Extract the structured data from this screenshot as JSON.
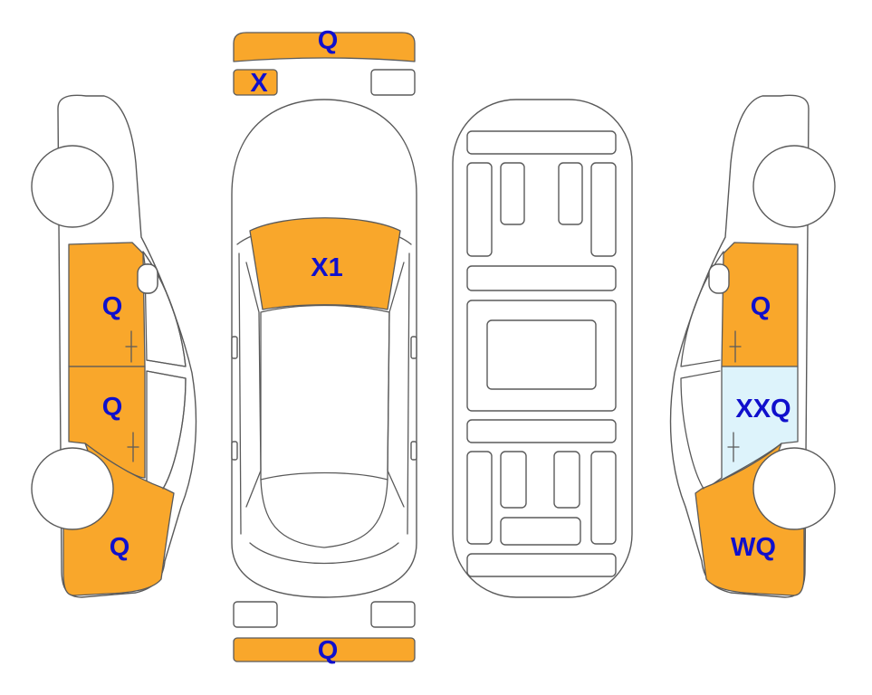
{
  "colors": {
    "damage": "#F9A72B",
    "repaired": "#DDF3FB",
    "label": "#1010CC",
    "outline": "#5A5A5A"
  },
  "labels": {
    "front_bumper": "Q",
    "front_left_light": "X",
    "windshield": "X1",
    "rear_bumper": "Q",
    "left_front_door": "Q",
    "left_rear_door": "Q",
    "left_rear_quarter": "Q",
    "right_front_door": "Q",
    "right_rear_door": "XXQ",
    "right_rear_quarter": "WQ"
  }
}
